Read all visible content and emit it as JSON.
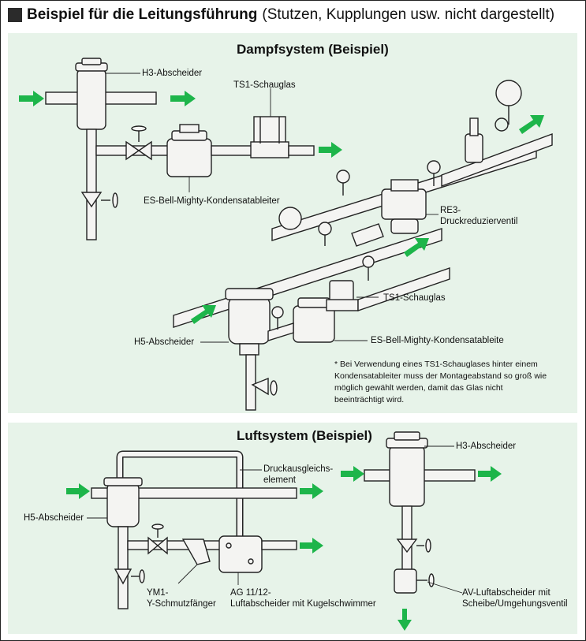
{
  "header": {
    "title_bold": "Beispiel für die Leitungsführung",
    "title_normal": "(Stutzen, Kupplungen usw. nicht dargestellt)"
  },
  "steam_panel": {
    "title": "Dampfsystem (Beispiel)",
    "labels": {
      "h3_separator": "H3-Abscheider",
      "ts1_sightglass_top": "TS1-Schauglas",
      "es_trap_top": "ES-Bell-Mighty-Kondensatableiter",
      "re3_line1": "RE3-",
      "re3_line2": "Druckreduzierventil",
      "ts1_sightglass_mid": "TS1-Schauglas",
      "h5_separator": "H5-Abscheider",
      "es_trap_bottom": "ES-Bell-Mighty-Kondensatableite"
    },
    "note_lines": [
      "* Bei Verwendung eines TS1-Schauglases hinter einem",
      "Kondensatableiter muss der Montageabstand so groß wie",
      "möglich gewählt werden, damit das Glas nicht",
      "beeinträchtigt wird."
    ]
  },
  "air_panel": {
    "title": "Luftsystem (Beispiel)",
    "labels": {
      "h3_separator": "H3-Abscheider",
      "balance_line1": "Druckausgleichs-",
      "balance_line2": "element",
      "h5_separator": "H5-Abscheider",
      "ym1_line1": "YM1-",
      "ym1_line2": "Y-Schmutzfänger",
      "ag_line1": "AG 11/12-",
      "ag_line2": "Luftabscheider mit Kugelschwimmer",
      "av_line1": "AV-Luftabscheider mit",
      "av_line2": "Scheibe/Umgehungsventil"
    }
  },
  "colors": {
    "panel_bg": "#e7f3e9",
    "arrow_green": "#1db54a",
    "pipe_fill": "#f4f4f2",
    "line": "#222222"
  }
}
